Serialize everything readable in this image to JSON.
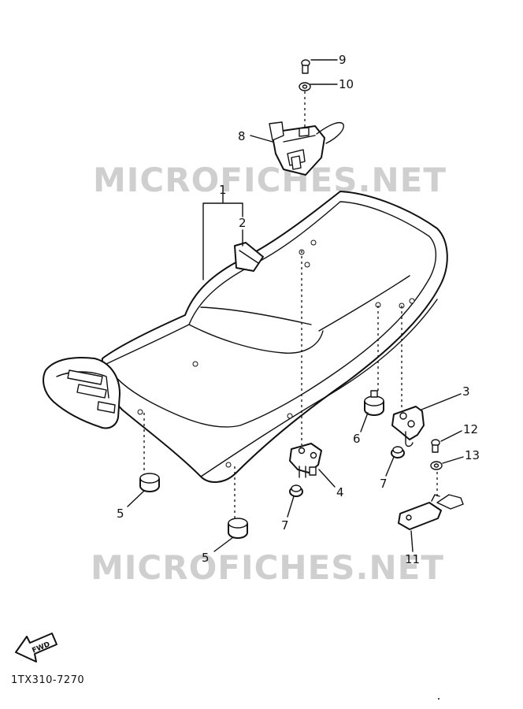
{
  "watermark": "MICROFICHES.NET",
  "fwd_label": "FWD",
  "diagram_code": "1TX310-7270",
  "callouts": [
    "1",
    "2",
    "3",
    "4",
    "5",
    "5",
    "6",
    "7",
    "7",
    "8",
    "9",
    "10",
    "11",
    "12",
    "13"
  ]
}
